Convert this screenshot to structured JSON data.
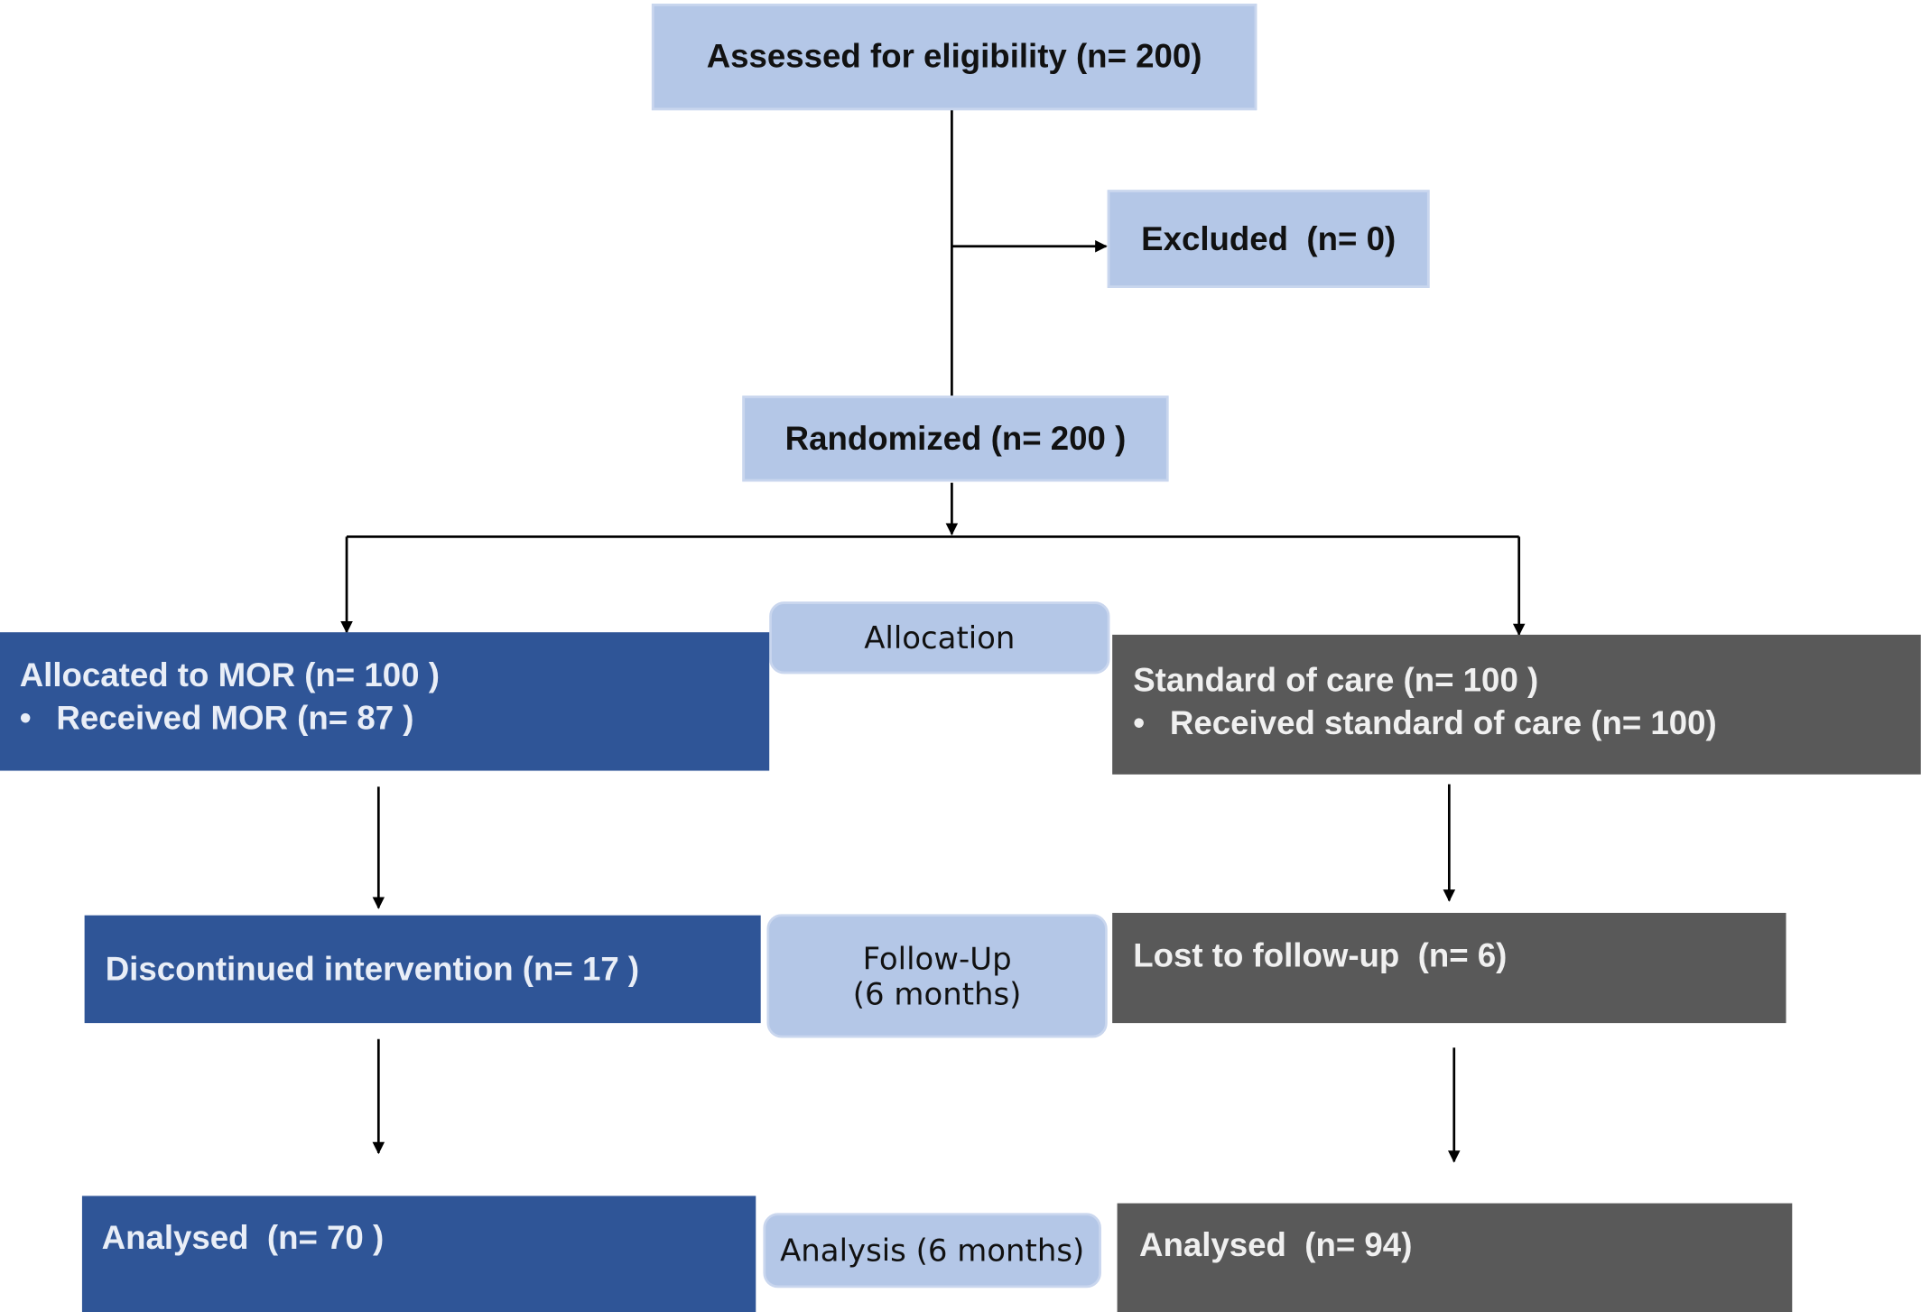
{
  "flow": {
    "assessed": "Assessed for eligibility (n= 200)",
    "excluded": "Excluded  (n= 0)",
    "randomized": "Randomized (n= 200 )"
  },
  "phases": {
    "allocation": "Allocation",
    "followup_line1": "Follow-Up",
    "followup_line2": "(6 months)",
    "analysis": "Analysis (6 months)"
  },
  "mor_arm": {
    "allocated": "Allocated to MOR (n= 100 )",
    "received_bullet": "•",
    "received": "Received MOR (n= 87 )",
    "discontinued": "Discontinued intervention (n= 17 )",
    "analysed": "Analysed  (n= 70 )"
  },
  "soc_arm": {
    "allocated": "Standard of care (n= 100 )",
    "received_bullet": "•",
    "received": "Received standard of care (n= 100)",
    "lost": "Lost to follow-up  (n= 6)",
    "analysed": "Analysed  (n= 94)"
  },
  "colors": {
    "light_box": "#b4c7e7",
    "mor_box": "#2f5597",
    "soc_box": "#595959",
    "connector": "#000000"
  }
}
